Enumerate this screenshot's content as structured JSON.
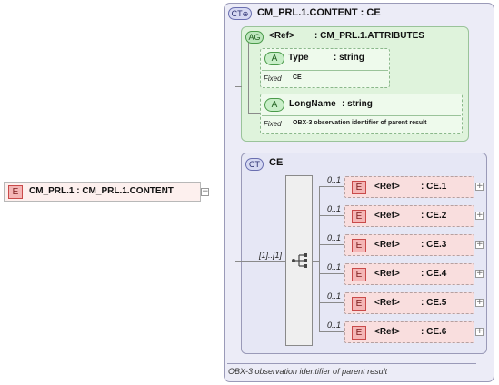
{
  "root_element": {
    "badge": "E",
    "label": "CM_PRL.1 : CM_PRL.1.CONTENT",
    "expander": "−"
  },
  "complex_type": {
    "badge": "CT",
    "title": "CM_PRL.1.CONTENT : CE",
    "footer_doc": "OBX-3 observation identifier of parent result"
  },
  "attribute_group": {
    "badge": "AG",
    "ref_label": "<Ref>",
    "type_label": ": CM_PRL.1.ATTRIBUTES",
    "attributes": [
      {
        "badge": "A",
        "name": "Type",
        "type": ": string",
        "fixed_label": "Fixed",
        "fixed_value": "CE"
      },
      {
        "badge": "A",
        "name": "LongName",
        "type": ": string",
        "fixed_label": "Fixed",
        "fixed_value": "OBX-3 observation identifier of parent result"
      }
    ]
  },
  "ce_type": {
    "badge": "CT",
    "title": "CE"
  },
  "sequence": {
    "cardinality": "[1]..[1]"
  },
  "children": [
    {
      "badge": "E",
      "cardinality": "0..1",
      "ref_label": "<Ref>",
      "type_label": ": CE.1",
      "expander": "+"
    },
    {
      "badge": "E",
      "cardinality": "0..1",
      "ref_label": "<Ref>",
      "type_label": ": CE.2",
      "expander": "+"
    },
    {
      "badge": "E",
      "cardinality": "0..1",
      "ref_label": "<Ref>",
      "type_label": ": CE.3",
      "expander": "+"
    },
    {
      "badge": "E",
      "cardinality": "0..1",
      "ref_label": "<Ref>",
      "type_label": ": CE.4",
      "expander": "+"
    },
    {
      "badge": "E",
      "cardinality": "0..1",
      "ref_label": "<Ref>",
      "type_label": ": CE.5",
      "expander": "+"
    },
    {
      "badge": "E",
      "cardinality": "0..1",
      "ref_label": "<Ref>",
      "type_label": ": CE.6",
      "expander": "+"
    }
  ]
}
